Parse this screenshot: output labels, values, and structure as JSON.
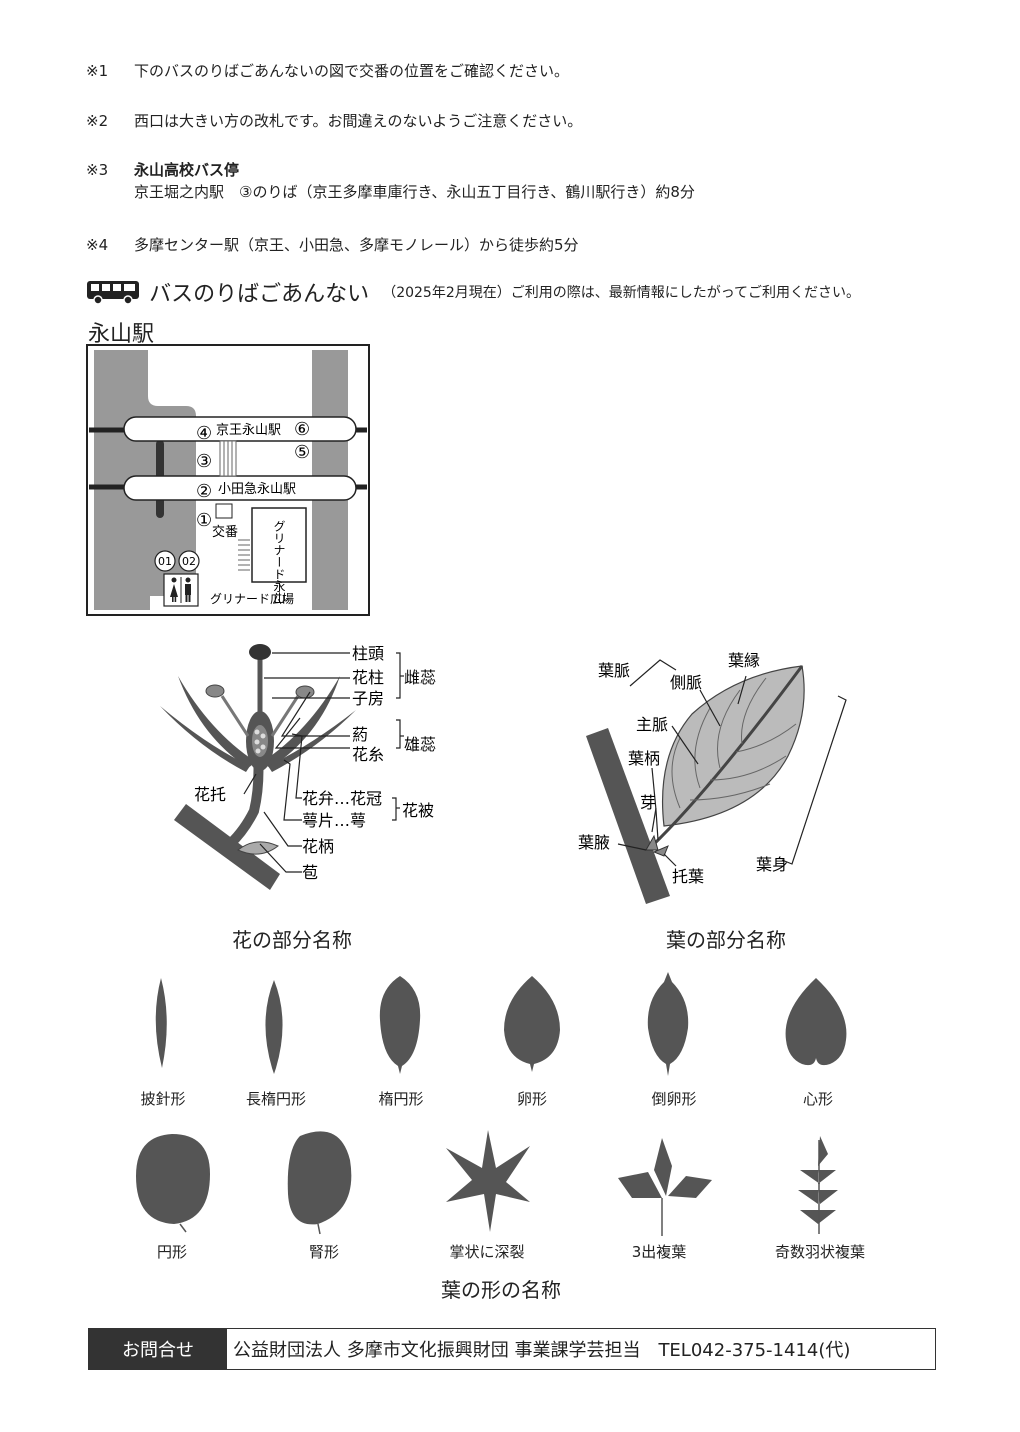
{
  "notes": [
    {
      "mark": "※1",
      "text": "下のバスのりばごあんないの図で交番の位置をご確認ください。"
    },
    {
      "mark": "※2",
      "text": "西口は大きい方の改札です。お間違えのないようご注意ください。"
    },
    {
      "mark": "※3",
      "text": "永山高校バス停",
      "sub": "京王堀之内駅　③のりば（京王多摩車庫行き、永山五丁目行き、鶴川駅行き）約8分"
    },
    {
      "mark": "※4",
      "text": "多摩センター駅（京王、小田急、多摩モノレール）から徒歩約5分"
    }
  ],
  "bus": {
    "icon": "bus-icon",
    "title": "バスのりばごあんない",
    "note": "（2025年2月現在）ご利用の際は、最新情報にしたがってご利用ください。"
  },
  "station_map": {
    "title": "永山駅",
    "keio": "京王永山駅",
    "odakyu": "小田急永山駅",
    "koban": "交番",
    "plaza": "グリナード広場",
    "building": "グリナード永山",
    "stops": [
      "①",
      "②",
      "③",
      "④",
      "⑤",
      "⑥"
    ],
    "exits": [
      "01",
      "02"
    ],
    "icons": [
      "toilet-icon"
    ]
  },
  "flower": {
    "caption": "花の部分名称",
    "labels": {
      "stigma": "柱頭",
      "style": "花柱",
      "ovary": "子房",
      "pistil": "雌蕊",
      "anther": "葯",
      "filament": "花糸",
      "stamen": "雄蕊",
      "receptacle": "花托",
      "petal": "花弁…花冠",
      "sepal": "萼片…萼",
      "perianth": "花被",
      "pedicel": "花柄",
      "bract": "苞"
    }
  },
  "leaf": {
    "caption": "葉の部分名称",
    "labels": {
      "vein": "葉脈",
      "lateral": "側脈",
      "margin": "葉縁",
      "midrib": "主脈",
      "petiole": "葉柄",
      "bud": "芽",
      "axil": "葉腋",
      "stipule": "托葉",
      "blade": "葉身"
    }
  },
  "shapes": {
    "caption": "葉の形の名称",
    "row1": [
      "披針形",
      "長楕円形",
      "楕円形",
      "卵形",
      "倒卵形",
      "心形"
    ],
    "row2": [
      "円形",
      "腎形",
      "掌状に深裂",
      "3出複葉",
      "奇数羽状複葉"
    ]
  },
  "contact": {
    "label": "お問合せ",
    "text": "公益財団法人 多摩市文化振興財団 事業課学芸担当　TEL042-375-1414(代)"
  }
}
